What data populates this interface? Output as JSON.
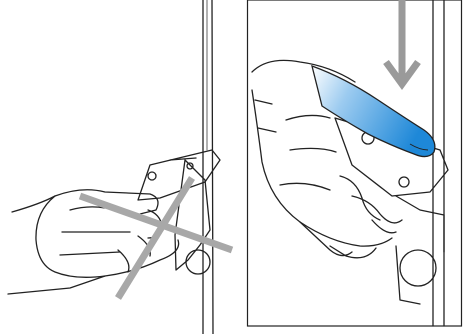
{
  "panels": [
    {
      "id": "left",
      "verdict": "incorrect",
      "mark": "cross-mark"
    },
    {
      "id": "right",
      "verdict": "correct",
      "mark": "down-arrow",
      "highlight_color": "#1e88d8"
    }
  ],
  "colors": {
    "line": "#222222",
    "cross": "#a8a8a8",
    "arrow": "#9a9a9a",
    "highlight": "#1e88d8",
    "highlight_light": "#cfe6f8"
  }
}
